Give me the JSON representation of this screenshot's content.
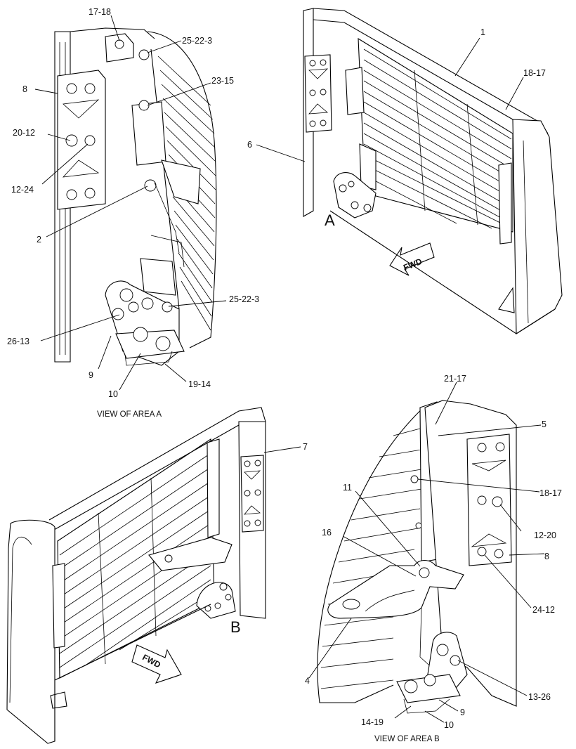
{
  "views": {
    "area_a": {
      "caption": "VIEW OF AREA  A",
      "callouts": [
        "17-18",
        "25-22-3",
        "8",
        "23-15",
        "20-12",
        "12-24",
        "2",
        "25-22-3",
        "26-13",
        "9",
        "10",
        "19-14"
      ]
    },
    "overview_front": {
      "area_marker": "A",
      "fwd_label": "FWD",
      "callouts": [
        "1",
        "18-17",
        "6"
      ]
    },
    "overview_rear": {
      "area_marker": "B",
      "fwd_label": "FWD",
      "callouts": [
        "7"
      ]
    },
    "area_b": {
      "caption": "VIEW OF AREA  B",
      "callouts": [
        "21-17",
        "5",
        "18-17",
        "11",
        "16",
        "12-20",
        "8",
        "24-12",
        "4",
        "13-26",
        "9",
        "14-19",
        "10"
      ]
    }
  }
}
